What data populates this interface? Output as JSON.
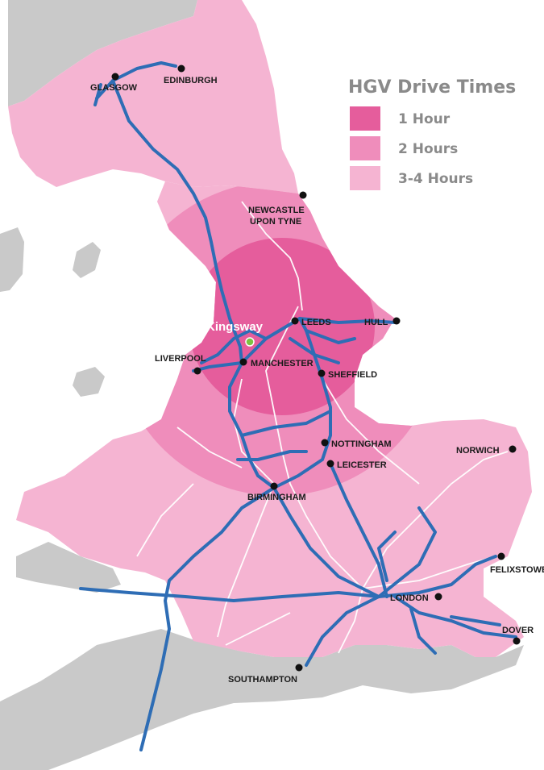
{
  "legend": {
    "title": "HGV Drive Times",
    "items": [
      {
        "label": "1 Hour",
        "color": "#e55d9c"
      },
      {
        "label": "2 Hours",
        "color": "#ef8dbb"
      },
      {
        "label": "3-4 Hours",
        "color": "#f5b4d2"
      }
    ]
  },
  "colors": {
    "land_gray": "#c9c9c9",
    "water": "#ffffff",
    "motorway": "#2e6db5",
    "a_road": "#ffffff"
  },
  "logo": {
    "text": "Kingsway"
  },
  "cities": [
    {
      "name": "GLASGOW"
    },
    {
      "name": "EDINBURGH"
    },
    {
      "name": "NEWCASTLE UPON TYNE"
    },
    {
      "name": "LEEDS"
    },
    {
      "name": "HULL"
    },
    {
      "name": "LIVERPOOL"
    },
    {
      "name": "MANCHESTER"
    },
    {
      "name": "SHEFFIELD"
    },
    {
      "name": "NOTTINGHAM"
    },
    {
      "name": "LEICESTER"
    },
    {
      "name": "NORWICH"
    },
    {
      "name": "BIRMINGHAM"
    },
    {
      "name": "FELIXSTOWE"
    },
    {
      "name": "LONDON"
    },
    {
      "name": "DOVER"
    },
    {
      "name": "SOUTHAMPTON"
    }
  ]
}
